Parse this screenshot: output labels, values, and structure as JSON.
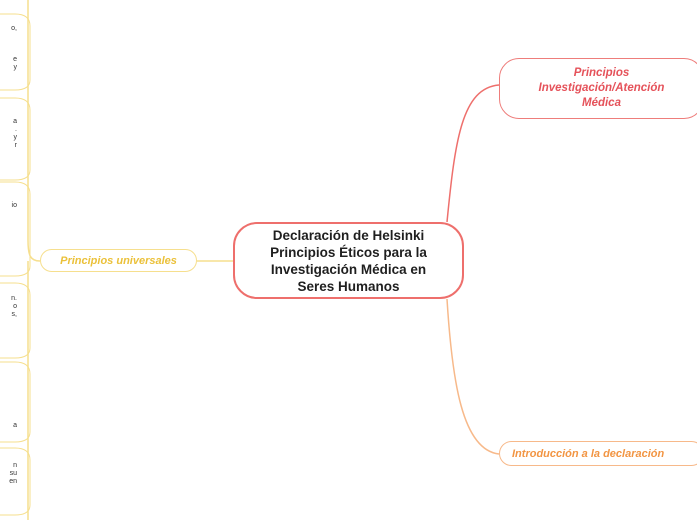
{
  "central_topic": {
    "line1": "Declaración de Helsinki",
    "line2": "Principios Éticos para la",
    "line3": "Investigación Médica en",
    "line4": "Seres Humanos"
  },
  "branches": {
    "principios_investigacion": {
      "line1": "Principios",
      "line2": "Investigación/Atención",
      "line3": "Médica",
      "color": "#e5525a"
    },
    "introduccion": {
      "label": "Introducción a la declaración",
      "color": "#f29543"
    },
    "principios_universales": {
      "label": "Principios universales",
      "color": "#ebc13a"
    }
  },
  "left_fragments": [
    {
      "text": "o,"
    },
    {
      "text": "e\ny"
    },
    {
      "text": "a\n.\ny\nr"
    },
    {
      "text": "io"
    },
    {
      "text": "n.\no\ns,"
    },
    {
      "text": "a"
    },
    {
      "text": "n\nsu\nen"
    }
  ],
  "colors": {
    "central_border": "#ee6f6c",
    "pink_line": "#ee6f6c",
    "orange_line": "#f7b98a",
    "yellow_line": "#f6df8e"
  }
}
